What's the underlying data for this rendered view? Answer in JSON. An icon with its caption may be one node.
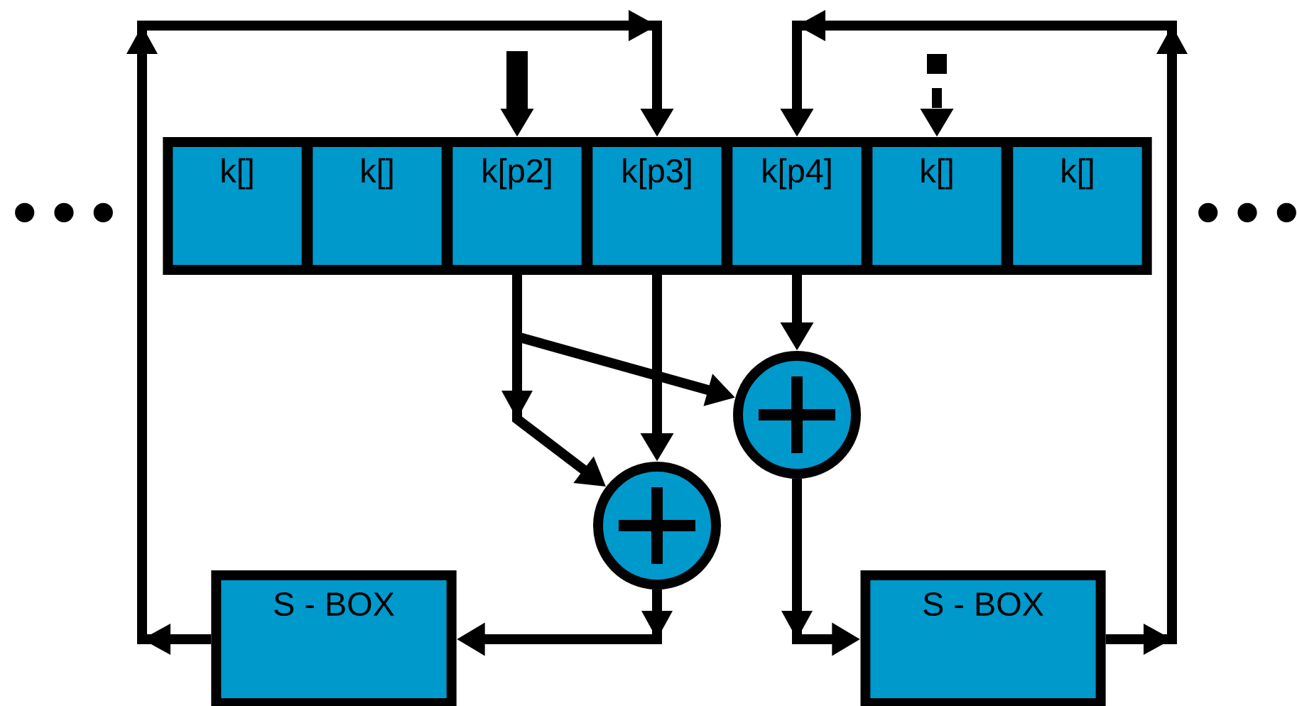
{
  "diagram": {
    "nodes": [
      {
        "text": [
          "k[]"
        ]
      },
      {
        "text": [
          "k[]"
        ]
      },
      {
        "text": [
          "k[p2]"
        ]
      },
      {
        "text": [
          "k[p3]"
        ]
      },
      {
        "text": [
          "k[p4]"
        ]
      },
      {
        "text": [
          "k[]"
        ]
      },
      {
        "text": [
          "k[]"
        ]
      },
      {
        "text": [],
        "shape": "circle"
      },
      {
        "text": [],
        "shape": "circle"
      },
      {
        "text": [
          "S - BOX"
        ]
      },
      {
        "text": [
          "S - BOX"
        ]
      }
    ],
    "edges": [
      {
        "from": null,
        "to": 2,
        "arrow": "to",
        "style": "thick"
      },
      {
        "from": null,
        "to": 5,
        "arrow": "to",
        "style": "dashed"
      },
      {
        "from": 2,
        "to": 8,
        "arrow": "to"
      },
      {
        "from": 2,
        "to": 7,
        "arrow": "to"
      },
      {
        "from": 3,
        "to": 7,
        "arrow": "to"
      },
      {
        "from": 4,
        "to": 8,
        "arrow": "to"
      },
      {
        "from": 7,
        "to": 9,
        "arrow": "to"
      },
      {
        "from": 9,
        "to": 3,
        "arrow": "to"
      },
      {
        "from": 8,
        "to": 10,
        "arrow": "to"
      },
      {
        "from": 10,
        "to": 4,
        "arrow": "to"
      }
    ],
    "labels": [
      "•••",
      "•••"
    ]
  }
}
